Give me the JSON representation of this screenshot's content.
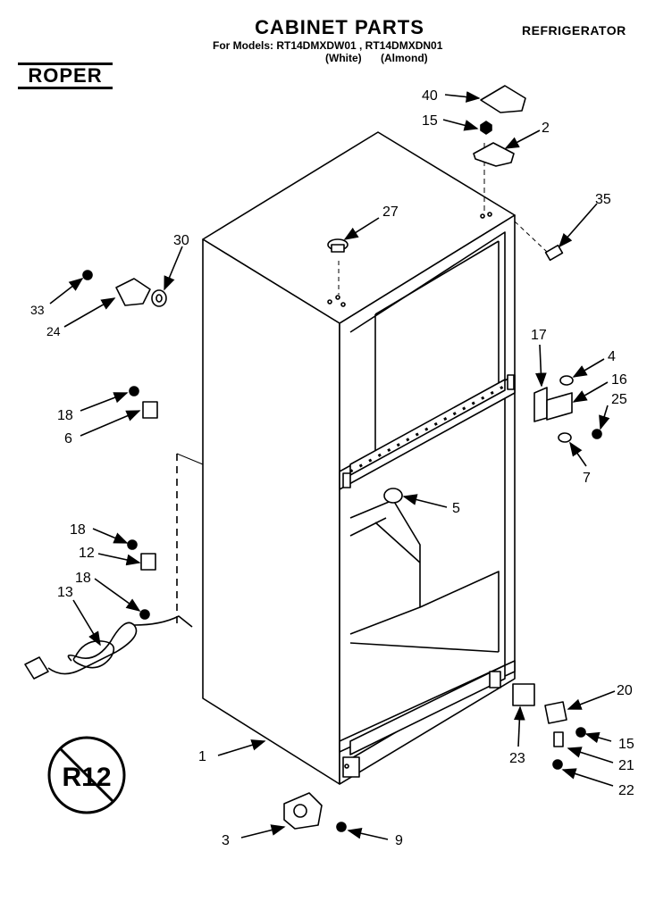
{
  "header": {
    "title": "CABINET PARTS",
    "models_line": "For Models: RT14DMXDW01 , RT14DMXDN01",
    "color_white": "(White)",
    "color_almond": "(Almond)",
    "appliance": "REFRIGERATOR",
    "brand": "ROPER"
  },
  "callouts": {
    "c40": "40",
    "c15_top": "15",
    "c2": "2",
    "c27": "27",
    "c35": "35",
    "c30": "30",
    "c33": "33",
    "c24": "24",
    "c17": "17",
    "c4": "4",
    "c16": "16",
    "c25": "25",
    "c7": "7",
    "c18_a": "18",
    "c6": "6",
    "c5": "5",
    "c18_b": "18",
    "c12": "12",
    "c18_c": "18",
    "c13": "13",
    "c20": "20",
    "c15_bot": "15",
    "c23": "23",
    "c21": "21",
    "c22": "22",
    "c1": "1",
    "c3": "3",
    "c9": "9"
  },
  "refrigerant_badge": "R12"
}
